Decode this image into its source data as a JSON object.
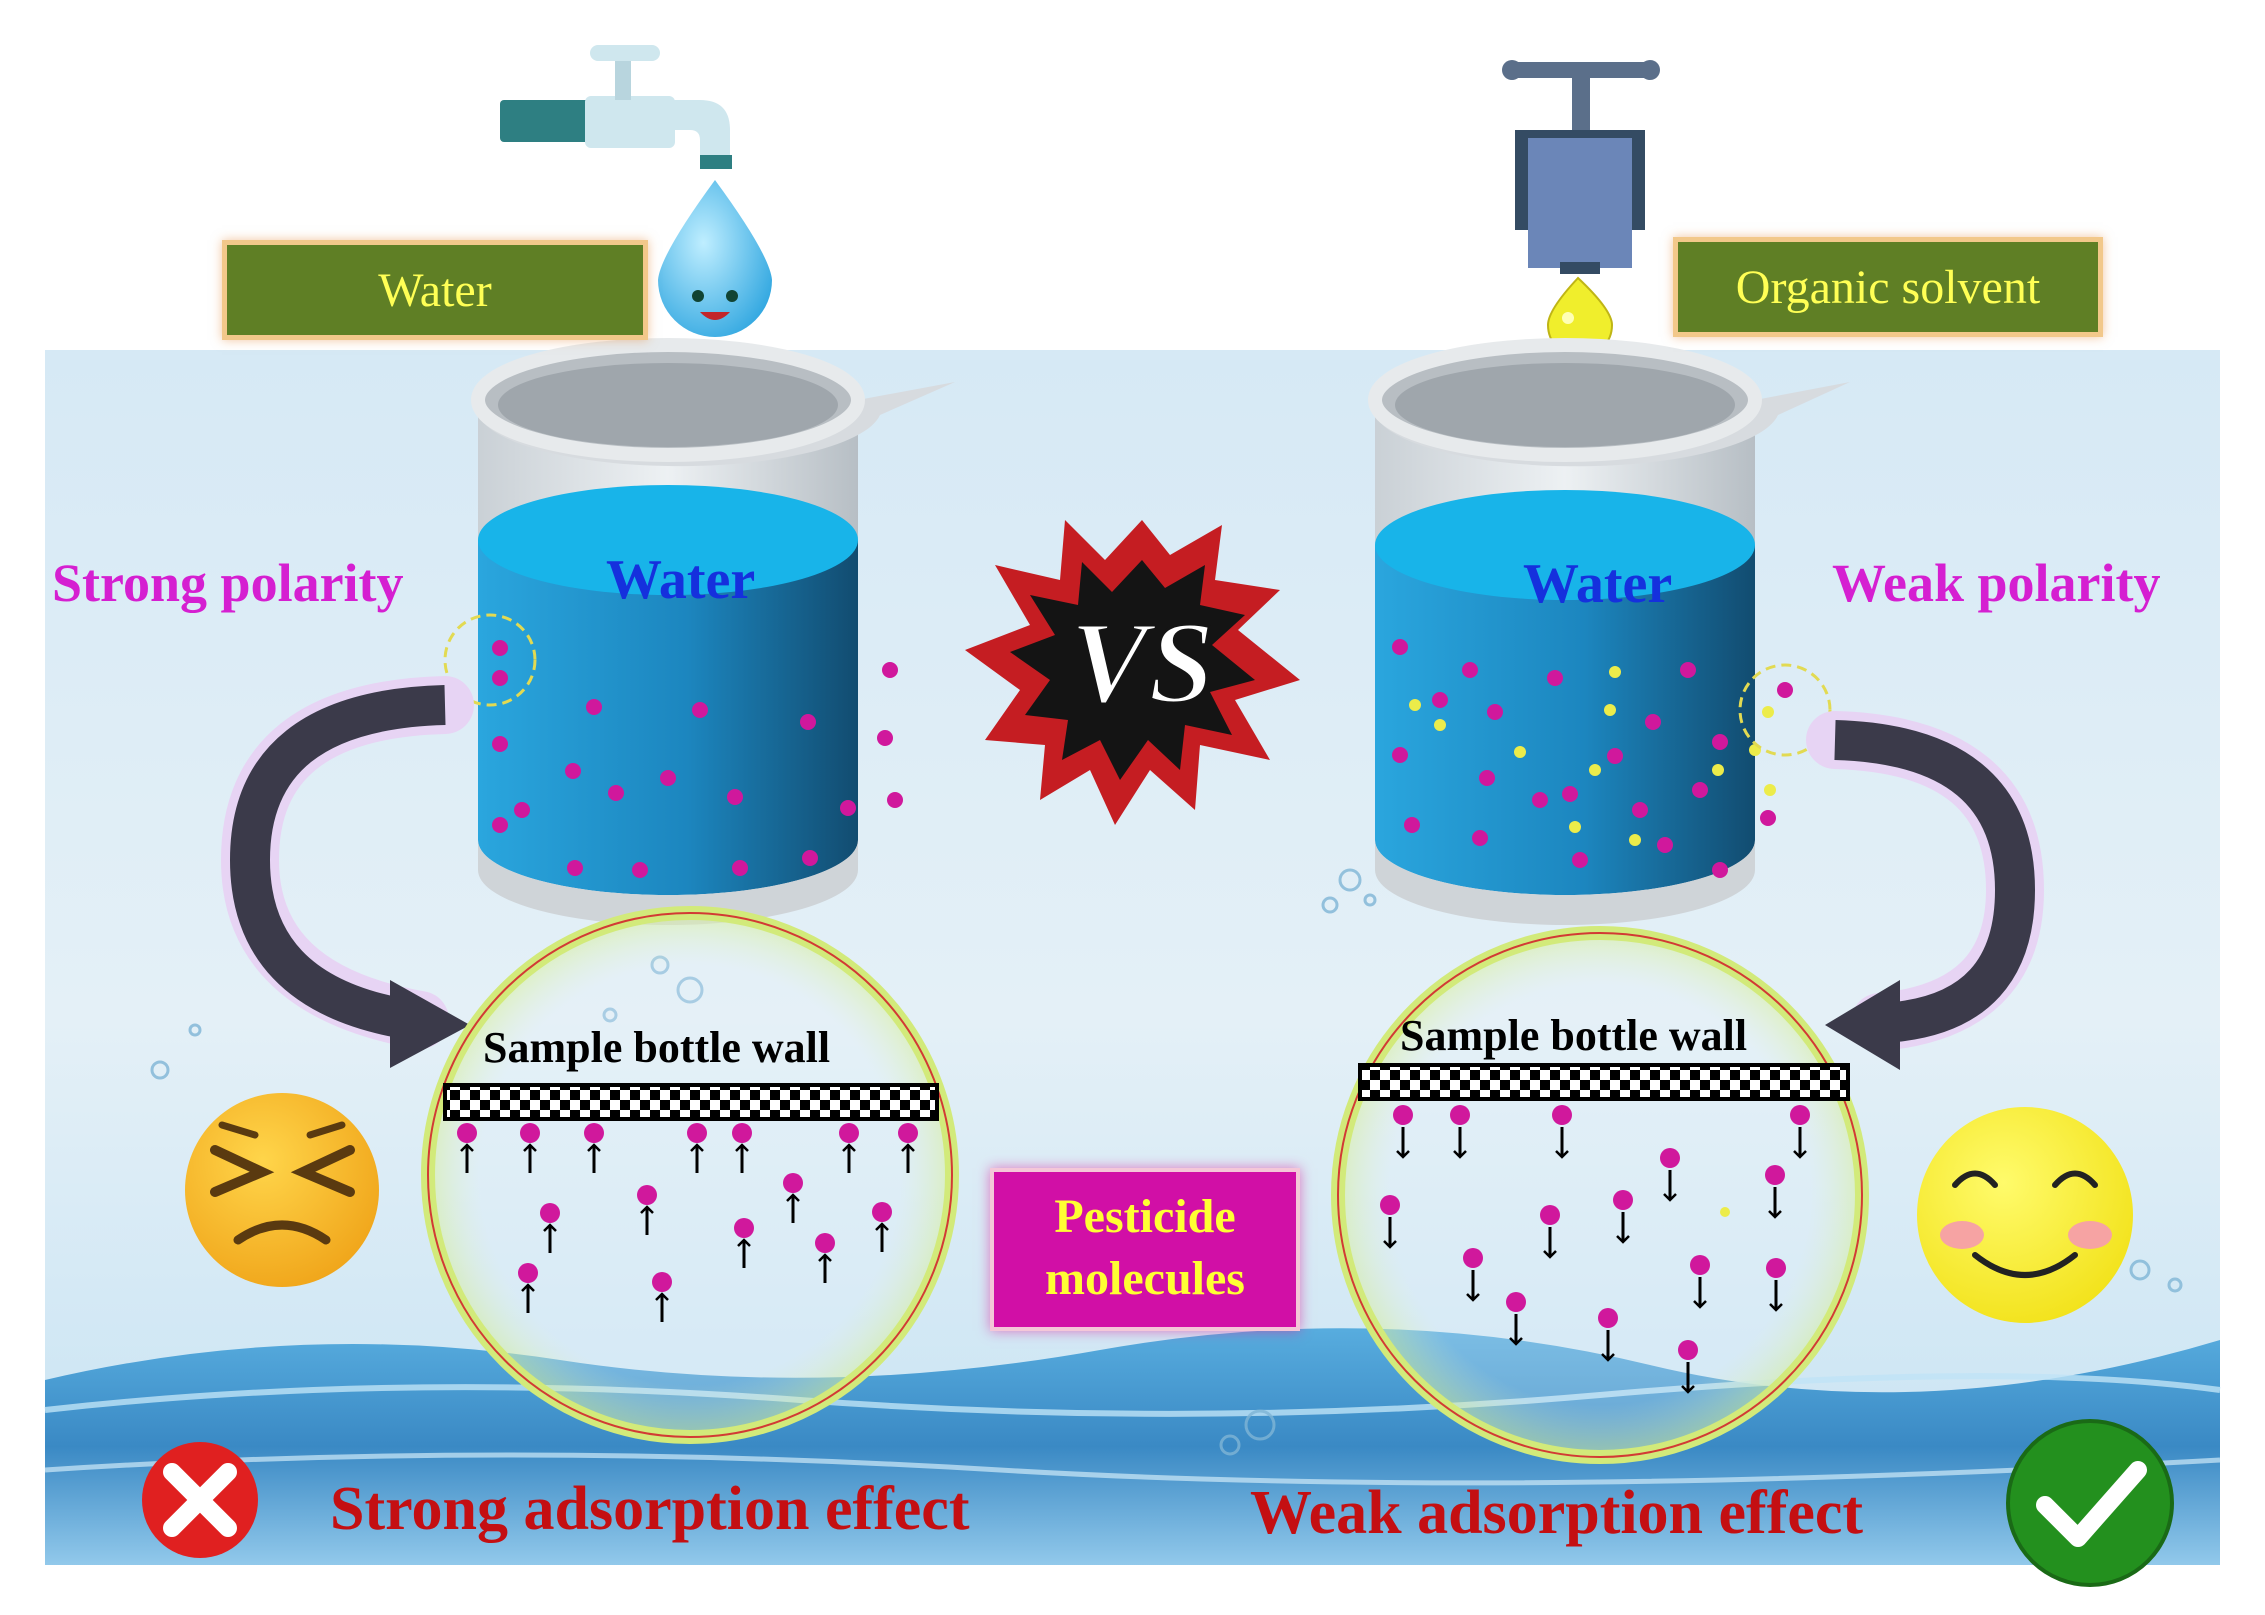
{
  "tags": {
    "left": "Water",
    "right": "Organic solvent"
  },
  "polarity": {
    "left": "Strong polarity",
    "right": "Weak polarity"
  },
  "beakers": {
    "left_label": "Water",
    "right_label": "Water"
  },
  "circles": {
    "left_wall": "Sample bottle wall",
    "right_wall": "Sample bottle wall"
  },
  "center": {
    "vs": "VS",
    "pesticide_line1": "Pesticide",
    "pesticide_line2": "molecules"
  },
  "effects": {
    "left": "Strong adsorption effect",
    "right": "Weak adsorption effect"
  },
  "colors": {
    "pesticide": "#d0189c",
    "solvent_molecule": "#e8e84a",
    "water_top": "#16b4e8",
    "water_body": "#1a8cc8",
    "tag_bg": "#5f7f25",
    "polarity_text": "#d51fd1",
    "effect_text": "#c40f12",
    "bad_icon": "#e02020",
    "good_icon": "#23901e"
  },
  "icons": [
    "water-tap-icon",
    "water-drop-face-icon",
    "solvent-tap-icon",
    "solvent-drop-icon",
    "vs-burst-icon",
    "persevering-face-icon",
    "smiling-face-icon",
    "cross-mark-icon",
    "check-mark-icon"
  ]
}
